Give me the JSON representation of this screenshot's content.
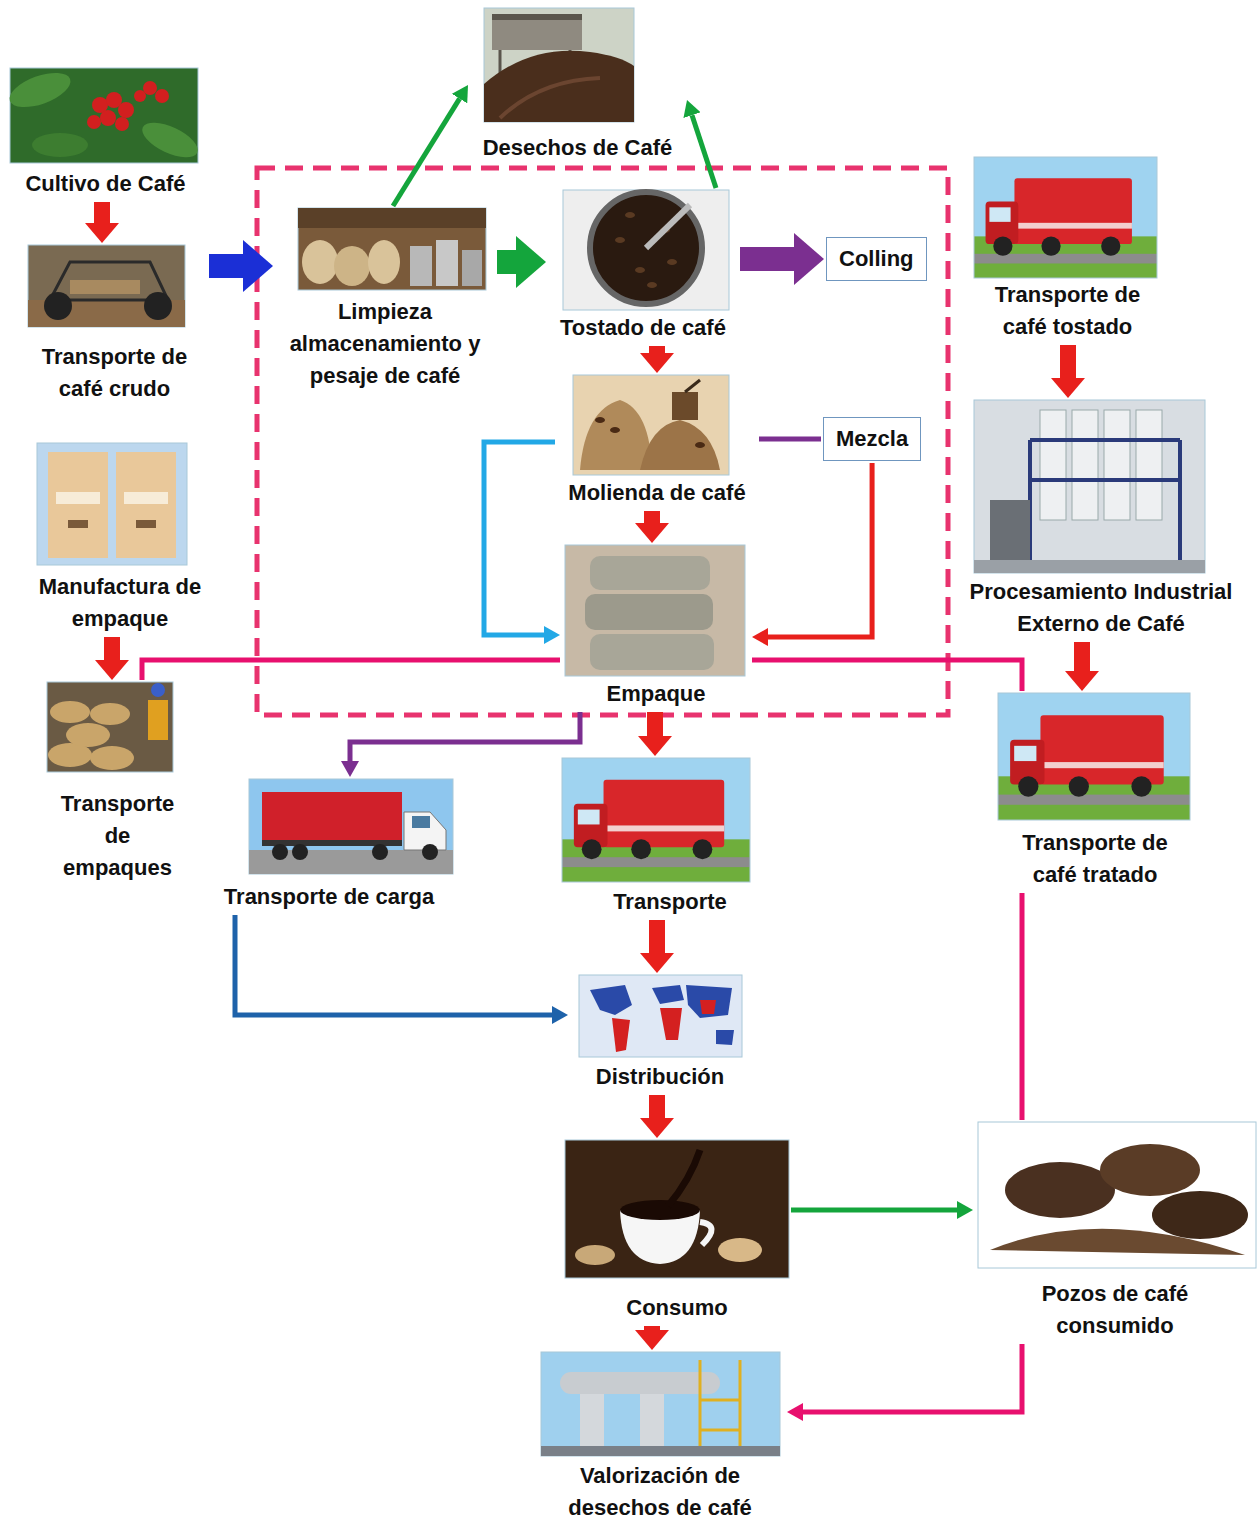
{
  "diagram": {
    "nodes": [
      {
        "text": [
          "Desechos de Café"
        ]
      },
      {
        "text": [
          "Cultivo de Café"
        ]
      },
      {
        "text": [
          "Transporte de café crudo"
        ]
      },
      {
        "text": [
          "Limpieza almacenamiento y pesaje de café"
        ]
      },
      {
        "text": [
          "Tostado de café"
        ]
      },
      {
        "text": [
          "Colling"
        ]
      },
      {
        "text": [
          "Transporte de café tostado"
        ]
      },
      {
        "text": [
          "Molienda de café"
        ]
      },
      {
        "text": [
          "Mezcla"
        ]
      },
      {
        "text": [
          "Procesamiento Industrial Externo de Café"
        ]
      },
      {
        "text": [
          "Manufactura de empaque"
        ]
      },
      {
        "text": [
          "Empaque"
        ]
      },
      {
        "text": [
          "Transporte de empaques"
        ]
      },
      {
        "text": [
          "Transporte de café tratado"
        ]
      },
      {
        "text": [
          "Transporte de carga"
        ]
      },
      {
        "text": [
          "Transporte"
        ]
      },
      {
        "text": [
          "Distribución"
        ]
      },
      {
        "text": [
          "Consumo"
        ]
      },
      {
        "text": [
          "Pozos de café consumido"
        ]
      },
      {
        "text": [
          "Valorización de desechos de café"
        ]
      }
    ],
    "edges": [
      {
        "from": 1,
        "to": 2,
        "arrow": "to"
      },
      {
        "from": 2,
        "to": 3,
        "arrow": "to"
      },
      {
        "from": 3,
        "to": 0,
        "arrow": "to"
      },
      {
        "from": 4,
        "to": 0,
        "arrow": "to"
      },
      {
        "from": 3,
        "to": 4,
        "arrow": "to"
      },
      {
        "from": 4,
        "to": 5,
        "arrow": "to"
      },
      {
        "from": 4,
        "to": 7,
        "arrow": "to"
      },
      {
        "from": 7,
        "to": 11,
        "arrow": "to"
      },
      {
        "from": 7,
        "to": 11,
        "arrow": "to"
      },
      {
        "from": 7,
        "to": 8,
        "arrow": "none"
      },
      {
        "from": 8,
        "to": 11,
        "arrow": "to"
      },
      {
        "from": 6,
        "to": 9,
        "arrow": "to"
      },
      {
        "from": 9,
        "to": 13,
        "arrow": "to"
      },
      {
        "from": 10,
        "to": 12,
        "arrow": "to"
      },
      {
        "from": 12,
        "to": 11,
        "arrow": "none"
      },
      {
        "from": 11,
        "to": 13,
        "arrow": "none"
      },
      {
        "from": 11,
        "to": 14,
        "arrow": "to"
      },
      {
        "from": 11,
        "to": 15,
        "arrow": "to"
      },
      {
        "from": 14,
        "to": 16,
        "arrow": "to"
      },
      {
        "from": 15,
        "to": 16,
        "arrow": "to"
      },
      {
        "from": 16,
        "to": 17,
        "arrow": "to"
      },
      {
        "from": 17,
        "to": 18,
        "arrow": "to"
      },
      {
        "from": 17,
        "to": 19,
        "arrow": "to"
      },
      {
        "from": 13,
        "to": 18,
        "arrow": "none"
      },
      {
        "from": 18,
        "to": 19,
        "arrow": "to"
      }
    ]
  }
}
